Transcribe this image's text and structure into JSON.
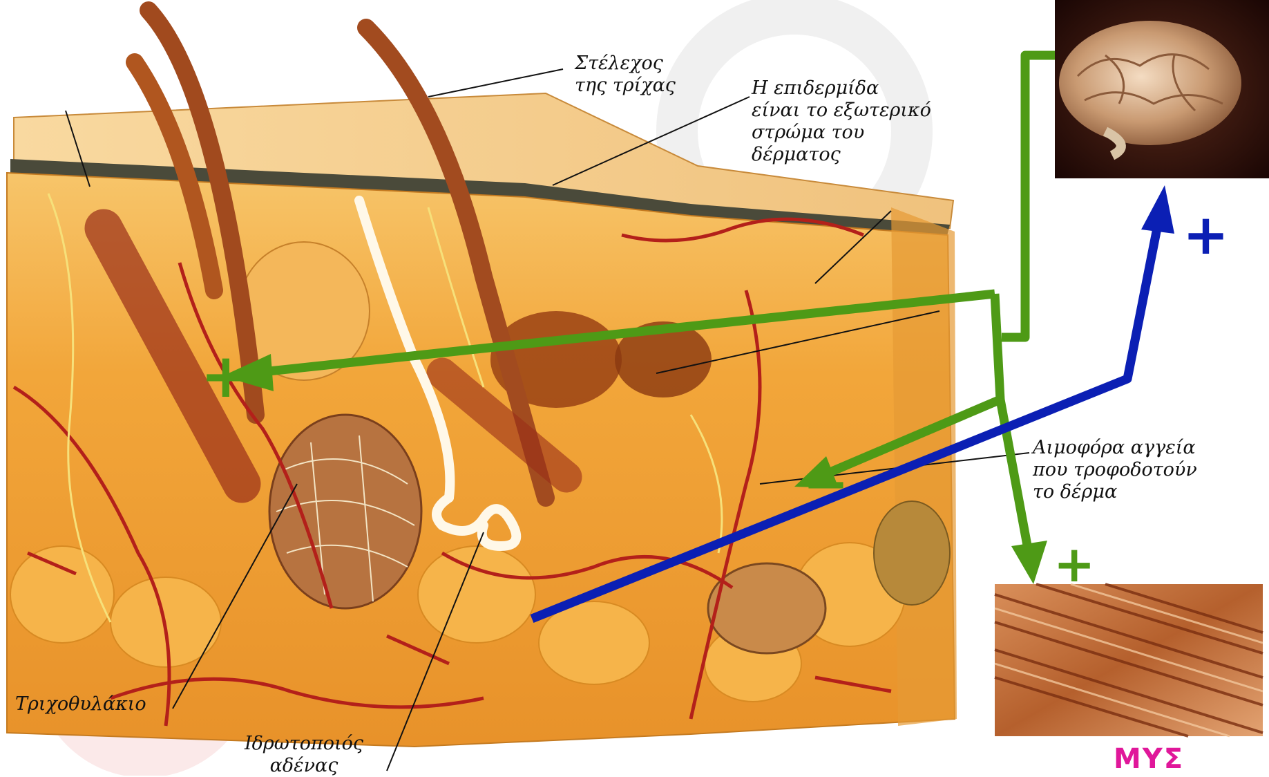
{
  "labels": {
    "hair_shaft": "Στέλεχος\nτης τρίχας",
    "epidermis": "Η επιδερμίδα\nείναι το εξωτερικό\nστρώμα του\nδέρματος",
    "blood_vessels": "Αιμοφόρα αγγεία\nπου τροφοδοτούν\nτο δέρμα",
    "hair_follicle": "Τριχοθυλάκιο",
    "sweat_gland": "Ιδρωτοποιός\nαδένας",
    "muscle": "ΜΥΣ"
  },
  "signs": {
    "plus_blue": "+",
    "plus_green_muscle": "+",
    "plus_green_left": "+",
    "minus_green": "−"
  },
  "colors": {
    "green_arrow": "#4e9a16",
    "blue_arrow": "#0b1fb4",
    "muscle_label": "#e0179a",
    "skin_base": "#f2a234",
    "vessel_red": "#b3201a"
  }
}
